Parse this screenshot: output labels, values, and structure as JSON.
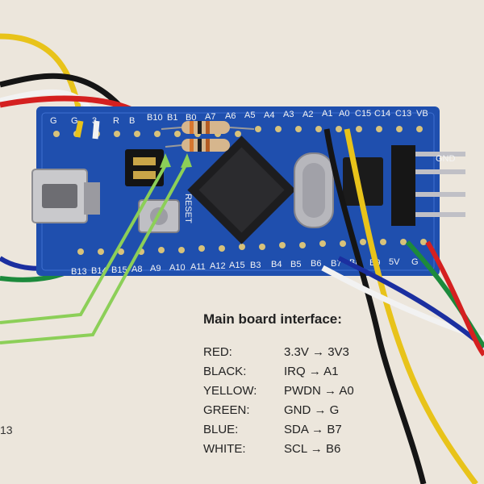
{
  "board": {
    "top_pins": [
      "G",
      "G",
      "3",
      "R",
      "B",
      "B10",
      "B1",
      "B0",
      "A7",
      "A6",
      "A5",
      "A4",
      "A3",
      "A2",
      "A1",
      "A0",
      "C15",
      "C14",
      "C13",
      "VB"
    ],
    "bottom_pins": [
      "B13",
      "B14",
      "B15",
      "A8",
      "A9",
      "A10",
      "A11",
      "A12",
      "A15",
      "B3",
      "B4",
      "B5",
      "B6",
      "B7",
      "B8",
      "B9",
      "5V",
      "G"
    ],
    "reset_label": "RESET",
    "right_header_label": "GND"
  },
  "colors": {
    "board": "#1f4fae",
    "red_wire": "#d42020",
    "black_wire": "#151515",
    "yellow_wire": "#e8c31a",
    "green_wire": "#1c8a3c",
    "blue_wire": "#1b2fa0",
    "white_wire": "#f2f2f2",
    "arrow": "#8ccf58"
  },
  "legend": {
    "title": "Main board interface:",
    "rows": [
      {
        "color": "RED:",
        "mapping": "3.3V → 3V3"
      },
      {
        "color": "BLACK:",
        "mapping": "IRQ → A1"
      },
      {
        "color": "YELLOW:",
        "mapping": "PWDN → A0"
      },
      {
        "color": "GREEN:",
        "mapping": "GND → G"
      },
      {
        "color": "BLUE:",
        "mapping": "SDA → B7"
      },
      {
        "color": "WHITE:",
        "mapping": "SCL → B6"
      }
    ]
  },
  "edge_fragment": "13"
}
